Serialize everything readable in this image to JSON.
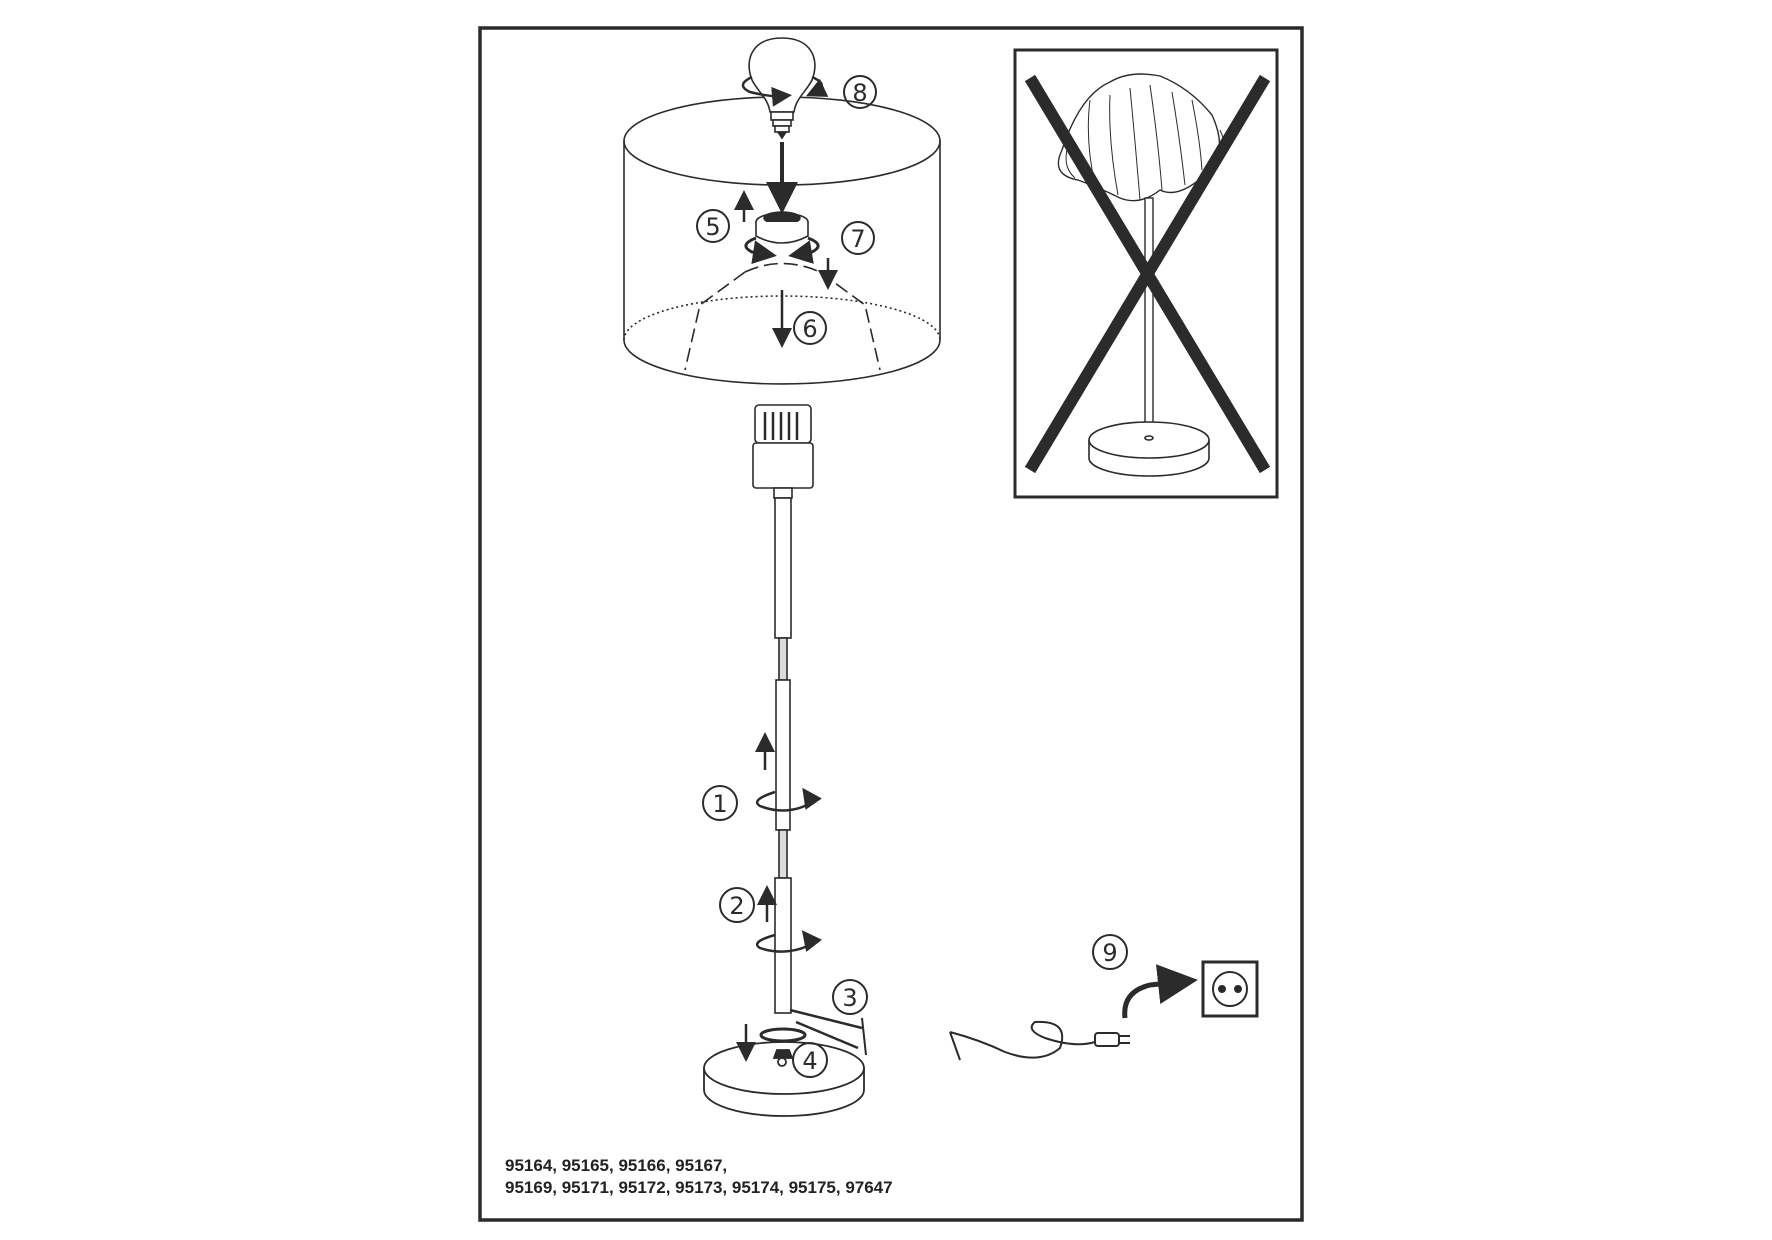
{
  "steps": {
    "s1": "1",
    "s2": "2",
    "s3": "3",
    "s4": "4",
    "s5": "5",
    "s6": "6",
    "s7": "7",
    "s8": "8",
    "s9": "9"
  },
  "model_numbers": {
    "line1": "95164, 95165, 95166, 95167,",
    "line2": "95169, 95171, 95172, 95173, 95174, 95175, 97647"
  },
  "colors": {
    "line": "#2b2b2b",
    "background": "#ffffff"
  },
  "icons": [
    "light-bulb-icon",
    "lamp-shade-icon",
    "lamp-pole-icon",
    "lamp-base-icon",
    "power-plug-icon",
    "wall-socket-icon",
    "crossed-out-icon",
    "rotate-arrow-icon"
  ]
}
